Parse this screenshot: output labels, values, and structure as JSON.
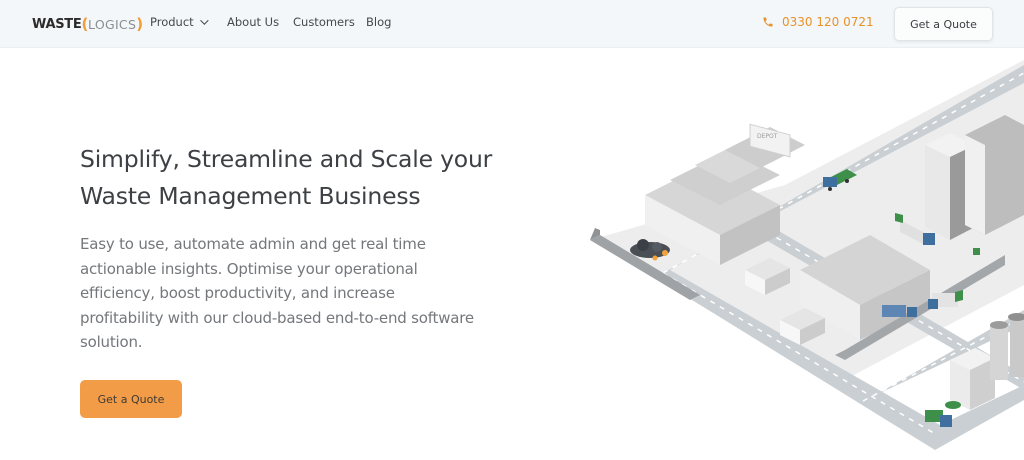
{
  "header": {
    "logo": {
      "part1": "WASTE",
      "bracket_open": "(",
      "part2": "LOGICS",
      "bracket_close": ")"
    },
    "nav": [
      {
        "label": "Product",
        "has_dropdown": true
      },
      {
        "label": "About Us"
      },
      {
        "label": "Customers"
      },
      {
        "label": "Blog"
      }
    ],
    "phone": {
      "icon": "phone-icon",
      "number": "0330 120 0721"
    },
    "cta_label": "Get a Quote"
  },
  "hero": {
    "title_line1": "Simplify, Streamline and Scale your",
    "title_line2": "Waste Management Business",
    "description": "Easy to use, automate admin and get real time actionable insights. Optimise your operational efficiency, boost productivity, and increase profitability with our cloud-based end-to-end software solution.",
    "cta_label": "Get a Quote",
    "illustration": {
      "sign_text": "DEPOT",
      "alt": "isometric city illustration with waste depot, roads and trucks"
    }
  },
  "colors": {
    "accent": "#f39c48",
    "phone": "#e8912a",
    "header_bg": "#f4f7f9",
    "title": "#3d4044",
    "body": "#74777b"
  }
}
